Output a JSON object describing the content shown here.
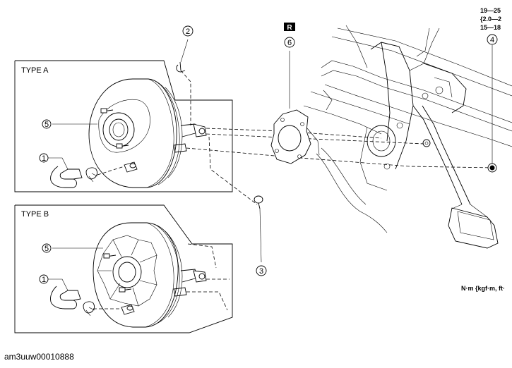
{
  "panels": {
    "type_a": "TYPE A",
    "type_b": "TYPE B"
  },
  "callouts": {
    "c1a": "1",
    "c1b": "1",
    "c2": "2",
    "c3": "3",
    "c4": "4",
    "c5a": "5",
    "c5b": "5",
    "c6": "6"
  },
  "badge": "R",
  "torque": {
    "line1": "19—25",
    "line2": "{2.0—2",
    "line3": "15—18"
  },
  "units": "N·m {kgf·m, ft·",
  "figure_code": "am3uuw00010888"
}
